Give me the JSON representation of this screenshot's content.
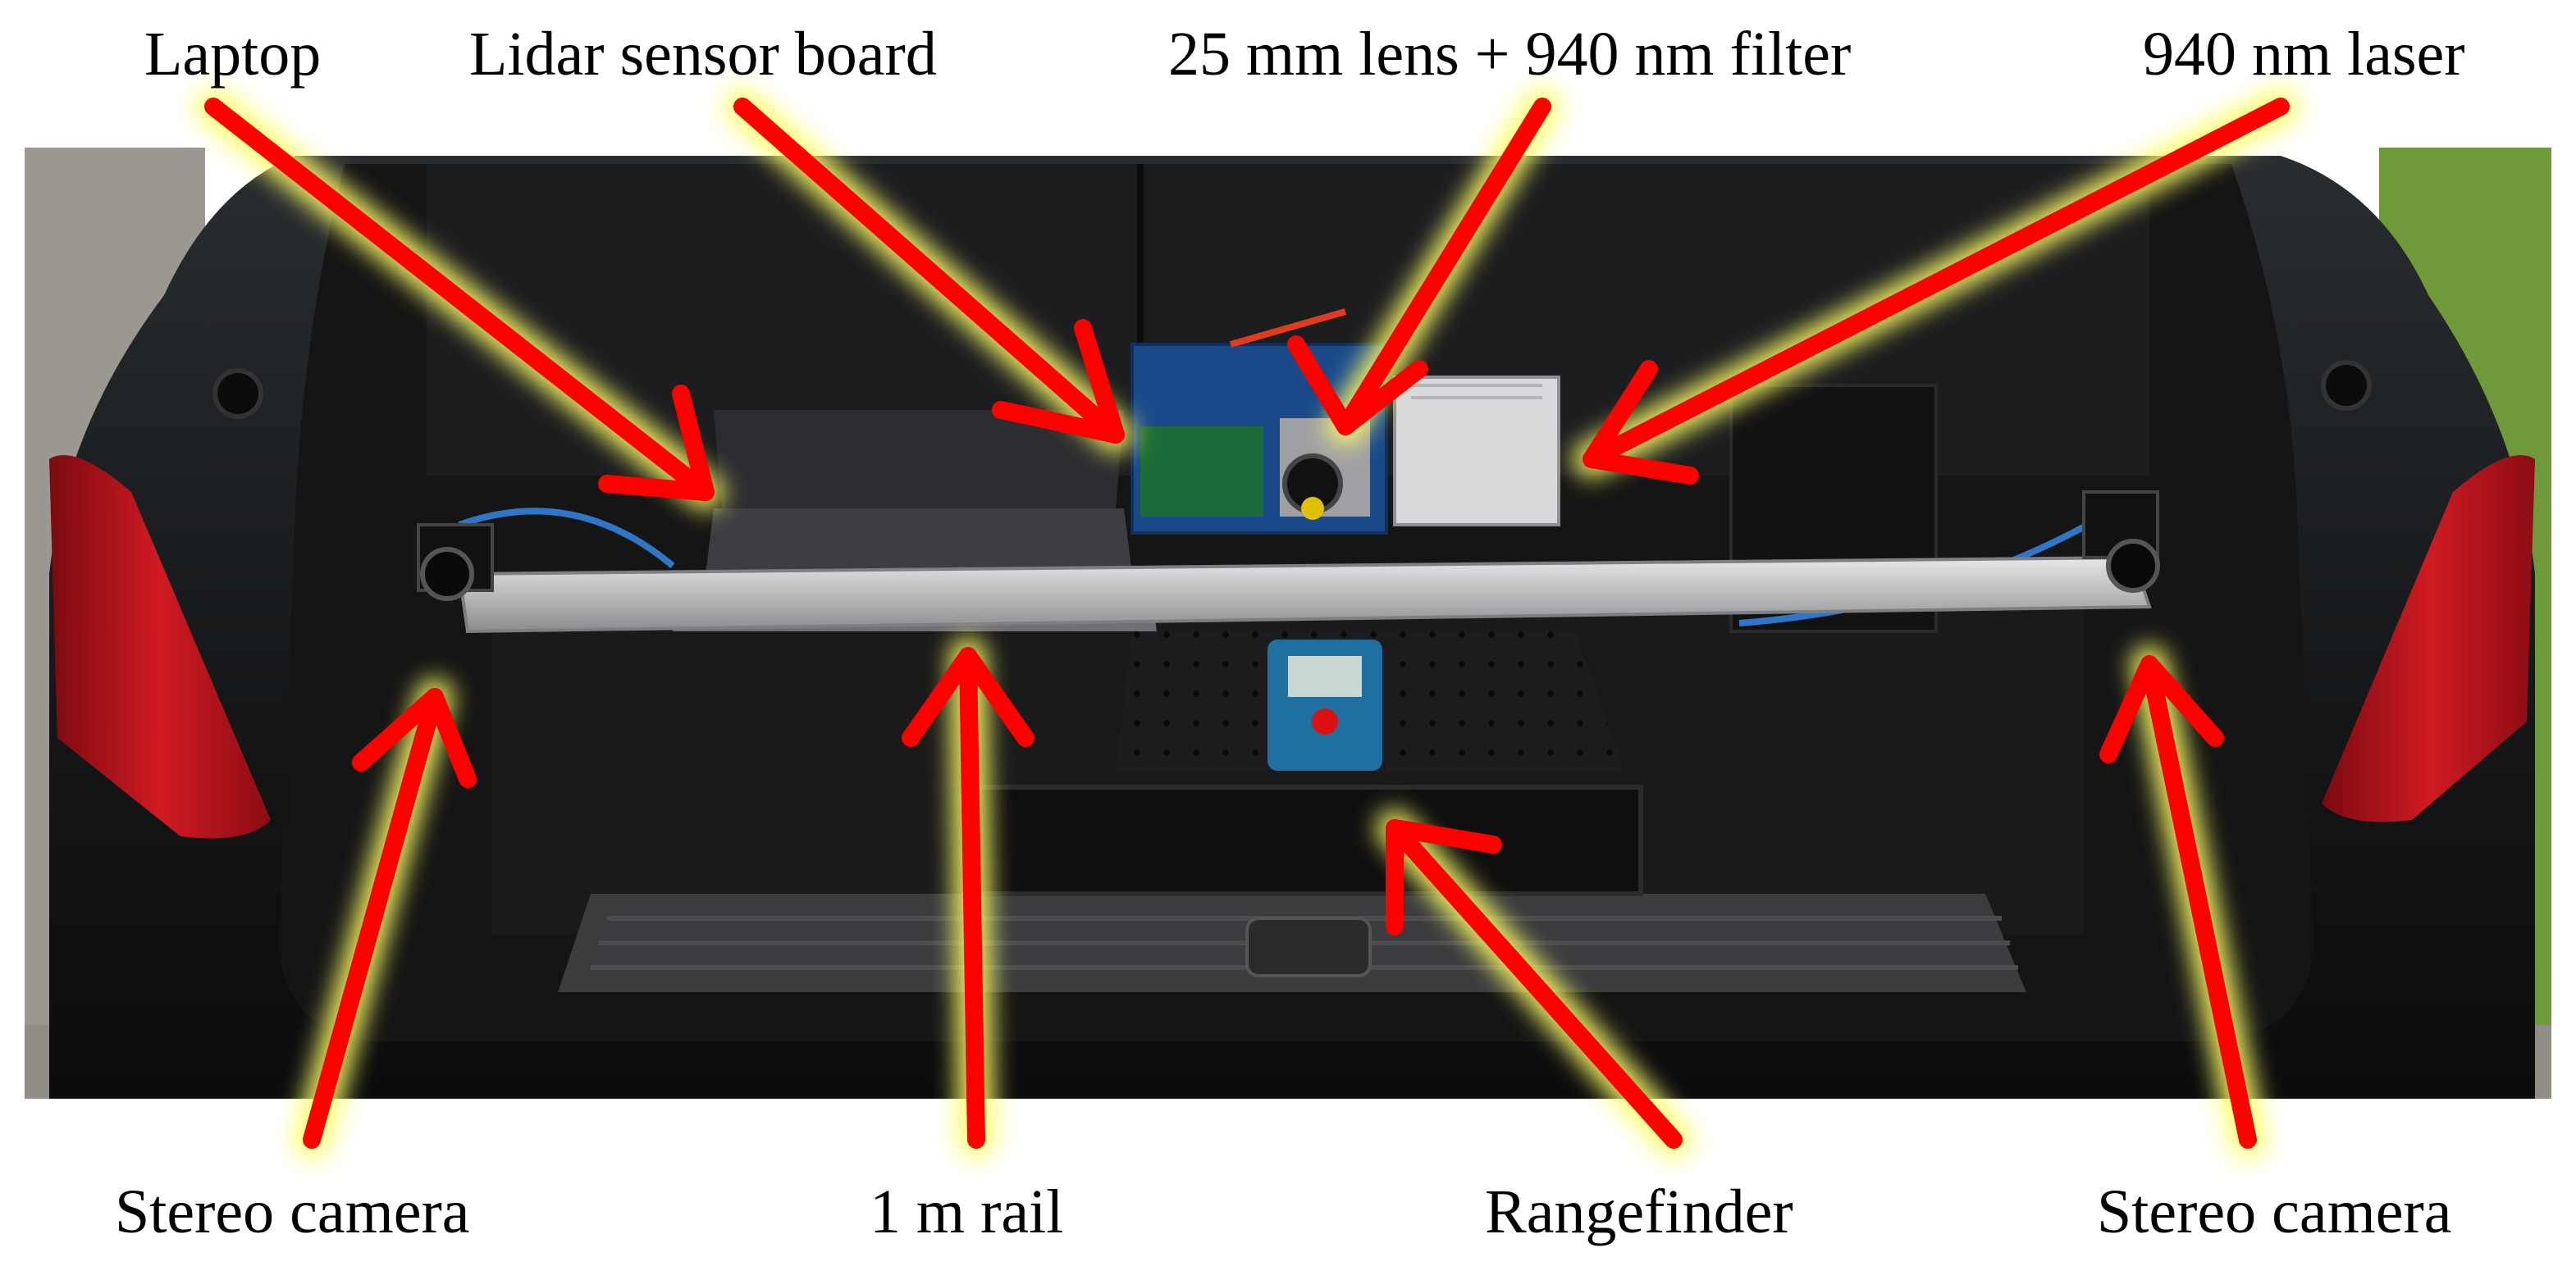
{
  "labels": {
    "laptop": "Laptop",
    "lidar_board": "Lidar sensor board",
    "lens_filter": "25 mm lens + 940 nm filter",
    "laser": "940 nm laser",
    "stereo_camera_left": "Stereo camera",
    "rail": "1 m rail",
    "rangefinder": "Rangefinder",
    "stereo_camera_right": "Stereo camera"
  },
  "colors": {
    "arrow": "#ff0000",
    "arrow_glow": "#ffff66",
    "car_body": "#1a1c1e",
    "trunk_carpet": "#141414",
    "rail": "#c9cacb",
    "taillight": "#b5121b",
    "grass": "#6f9a3a",
    "pavement": "#9a9890"
  }
}
